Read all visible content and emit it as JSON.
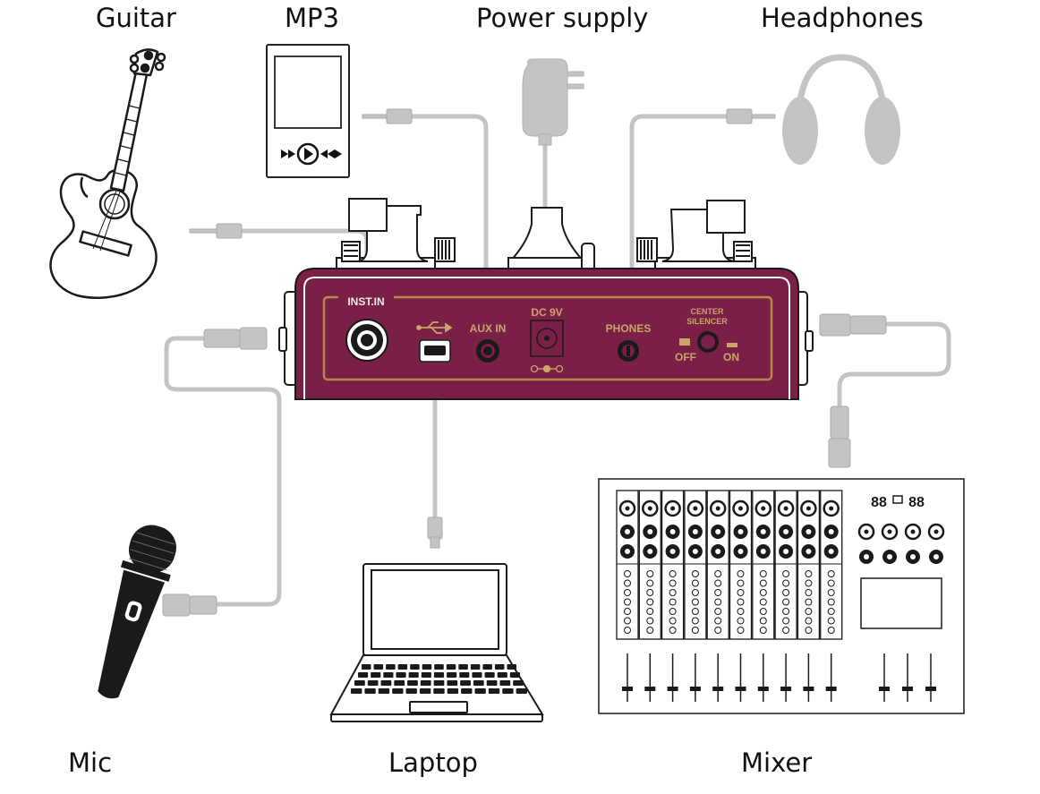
{
  "diagram": {
    "labels": {
      "guitar": "Guitar",
      "mp3": "MP3",
      "power_supply": "Power supply",
      "headphones": "Headphones",
      "mic": "Mic",
      "laptop": "Laptop",
      "mixer": "Mixer"
    },
    "panel": {
      "inst_in": "INST.IN",
      "aux_in": "AUX IN",
      "dc": "DC 9V",
      "phones": "PHONES",
      "silencer_line1": "CENTER",
      "silencer_line2": "SILENCER",
      "off": "OFF",
      "on": "ON"
    },
    "colors": {
      "pedal": "#7a1f45",
      "panel_border": "#b58a4a",
      "panel_text": "#c9a56a",
      "cable": "#bdbdbd",
      "outline": "#222222"
    },
    "icons": [
      "guitar-icon",
      "mp3-player-icon",
      "power-adapter-icon",
      "headphones-icon",
      "microphone-icon",
      "laptop-icon",
      "mixer-icon",
      "usb-icon"
    ]
  }
}
